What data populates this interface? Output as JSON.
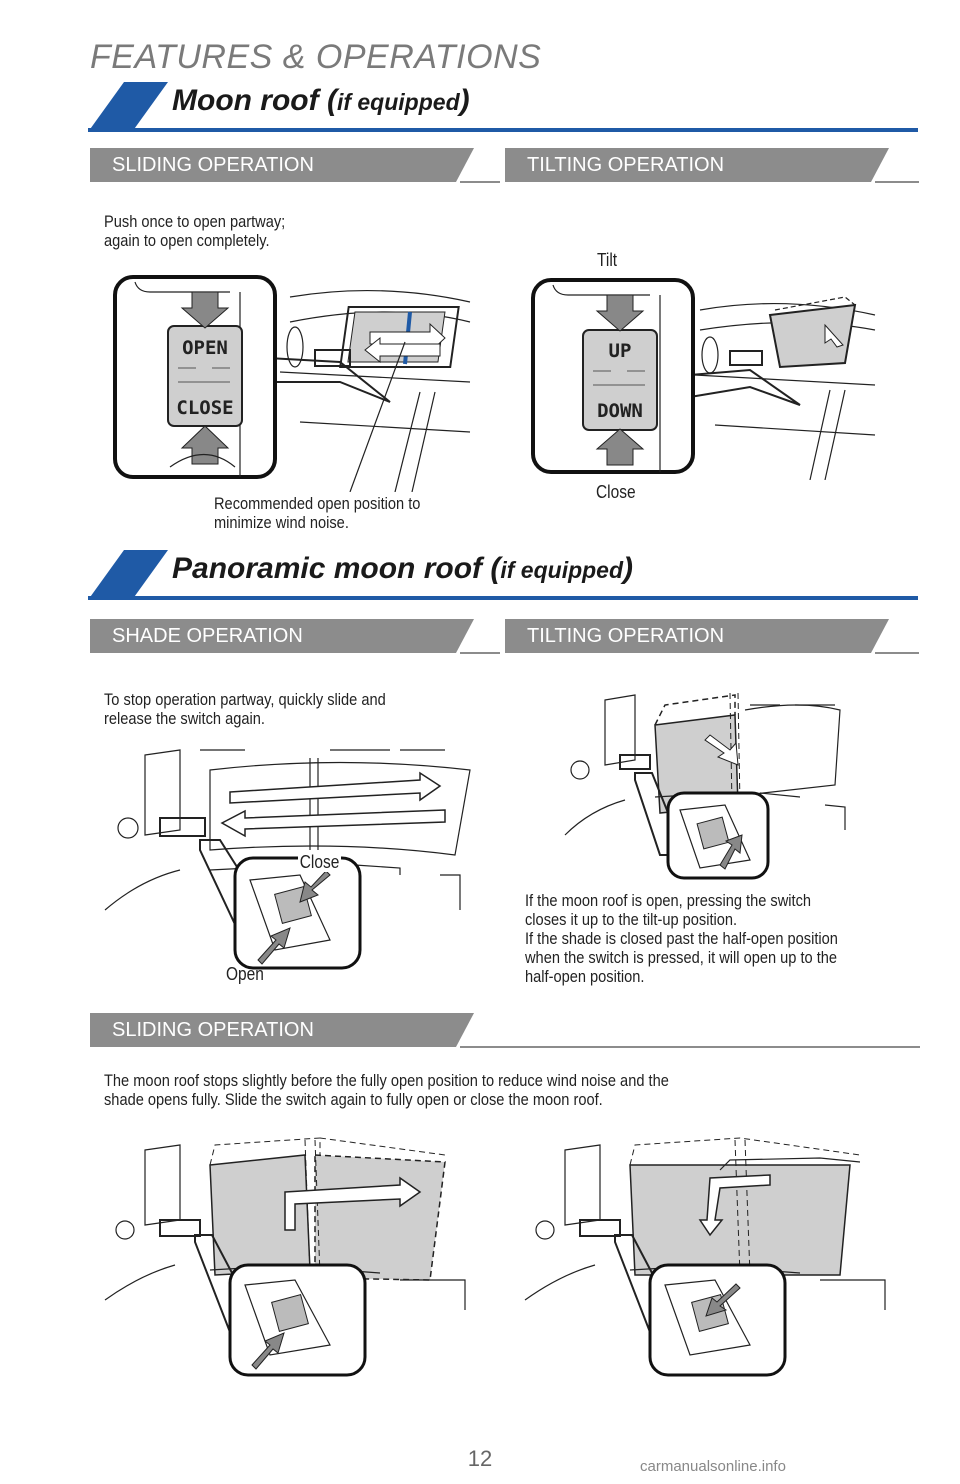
{
  "page": {
    "header": "FEATURES & OPERATIONS",
    "page_number": "12",
    "watermark": "carmanualsonline.info"
  },
  "moon_roof": {
    "title_main": "Moon roof (",
    "title_small": "if equipped",
    "title_close": ")",
    "sliding": {
      "header": "SLIDING OPERATION",
      "note": [
        "Push once to open partway;",
        "again to open completely."
      ],
      "switch_top": "OPEN",
      "switch_bottom": "CLOSE",
      "callout": [
        "Recommended open position to",
        "minimize wind noise."
      ]
    },
    "tilting": {
      "header": "TILTING OPERATION",
      "top_label": "Tilt",
      "switch_top": "UP",
      "switch_bottom": "DOWN",
      "bottom_label": "Close"
    }
  },
  "panoramic": {
    "title_main": "Panoramic moon roof (",
    "title_small": "if equipped",
    "title_close": ")",
    "shade": {
      "header": "SHADE OPERATION",
      "note": [
        "To stop operation partway, quickly slide and",
        "release the switch again."
      ],
      "close_label": "Close",
      "open_label": "Open"
    },
    "tilting": {
      "header": "TILTING OPERATION",
      "note": [
        "If the moon roof is open, pressing the switch",
        "closes it up to the tilt-up position.",
        "If the shade is closed past the half-open position",
        "when the switch is pressed, it will open up to the",
        "half-open position."
      ]
    },
    "sliding": {
      "header": "SLIDING OPERATION",
      "note": [
        "The moon roof stops slightly before the fully open position to reduce wind noise and the",
        "shade opens fully. Slide the switch again to fully open or close the moon roof."
      ]
    }
  },
  "colors": {
    "accent_blue": "#1f5aa6",
    "subheader_gray": "#8c8c8c",
    "header_gray": "#7a7a7a"
  }
}
